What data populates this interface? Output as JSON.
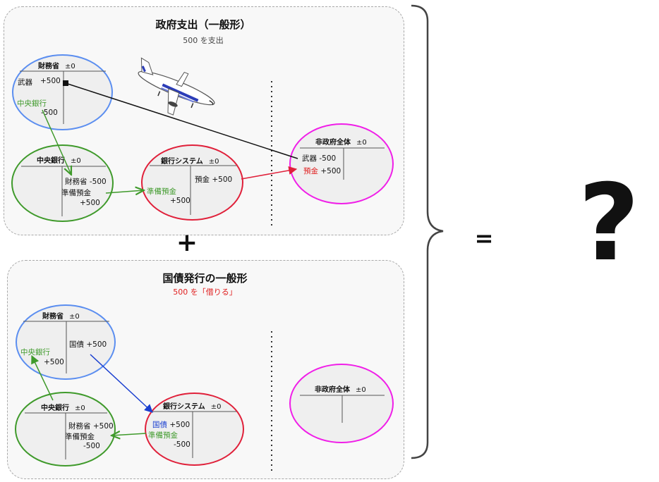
{
  "panel1": {
    "title": "政府支出（一般形）",
    "subtitle": "500 を支出",
    "mof": {
      "name": "財務省",
      "balance": "±0",
      "debit_label": "武器",
      "debit_value": "+500",
      "credit_label": "中央銀行",
      "credit_value": "-500"
    },
    "cb": {
      "name": "中央銀行",
      "balance": "±0",
      "credit1_label": "財務省",
      "credit1_value": "-500",
      "credit2_label": "準備預金",
      "credit2_value": "+500"
    },
    "bank": {
      "name": "銀行システム",
      "balance": "±0",
      "debit_label": "準備預金",
      "debit_value": "+500",
      "credit_label": "預金",
      "credit_value": "+500"
    },
    "nongov": {
      "name": "非政府全体",
      "balance": "±0",
      "debit1_label": "武器",
      "debit1_value": "-500",
      "debit2_label": "預金",
      "debit2_value": "+500"
    }
  },
  "panel2": {
    "title": "国債発行の一般形",
    "subtitle": "500 を「借りる」",
    "mof": {
      "name": "財務省",
      "balance": "±0",
      "debit_label": "中央銀行",
      "debit_value": "+500",
      "credit_label": "国債",
      "credit_value": "+500"
    },
    "cb": {
      "name": "中央銀行",
      "balance": "±0",
      "credit1_label": "財務省",
      "credit1_value": "+500",
      "credit2_label": "準備預金",
      "credit2_value": "-500"
    },
    "bank": {
      "name": "銀行システム",
      "balance": "±0",
      "debit1_label": "国債",
      "debit1_value": "+500",
      "debit2_label": "準備預金",
      "debit2_value": "-500"
    },
    "nongov": {
      "name": "非政府全体",
      "balance": "±0"
    }
  },
  "operators": {
    "plus": "+",
    "equals": "=",
    "question": "?"
  },
  "colors": {
    "mof": "#5b8ef0",
    "cb": "#3f9a2b",
    "bank": "#e0203a",
    "nongov": "#f01ee8",
    "arrow_black": "#111111",
    "arrow_red": "#e0203a",
    "arrow_green": "#3f9a2b",
    "arrow_blue": "#1a3fd0"
  }
}
